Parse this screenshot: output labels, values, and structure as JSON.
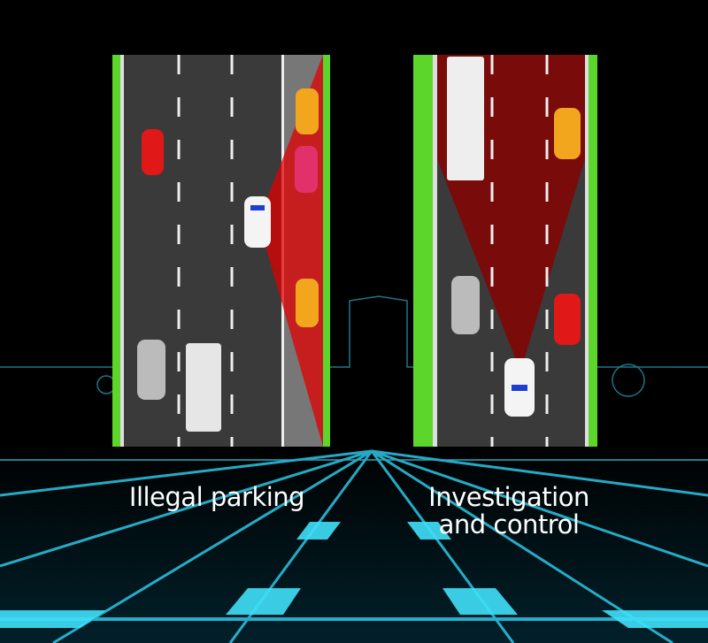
{
  "panels": [
    {
      "caption": "Illegal parking"
    },
    {
      "caption": "Investigation and control",
      "caption_line1": "Investigation",
      "caption_line2": "and control"
    }
  ],
  "colors": {
    "road": "#3a3a3a",
    "grass": "#5cd62a",
    "alert": "#e00000",
    "glow": "#37d3f0"
  }
}
